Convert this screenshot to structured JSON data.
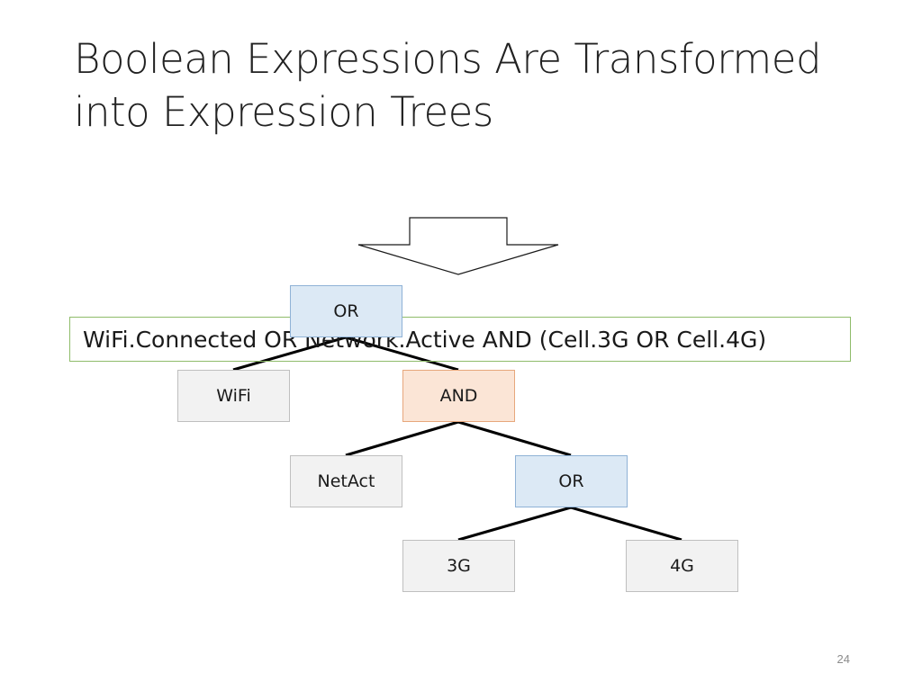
{
  "slide": {
    "title_lines": [
      "Boolean Expressions Are Transformed",
      "into Expression Trees"
    ],
    "expression": "WiFi.Connected OR Network.Active AND (Cell.3G OR Cell.4G)",
    "page_number": "24",
    "arrow_icon": "down-block-arrow"
  },
  "tree": {
    "root": "OR",
    "wifi": "WiFi",
    "and": "AND",
    "netact": "NetAct",
    "or2": "OR",
    "g3": "3G",
    "g4": "4G"
  },
  "colors": {
    "or_node": "#dce9f5",
    "and_node": "#fbe5d6",
    "leaf_node": "#f2f2f2",
    "expression_border": "#8fbc6a"
  }
}
